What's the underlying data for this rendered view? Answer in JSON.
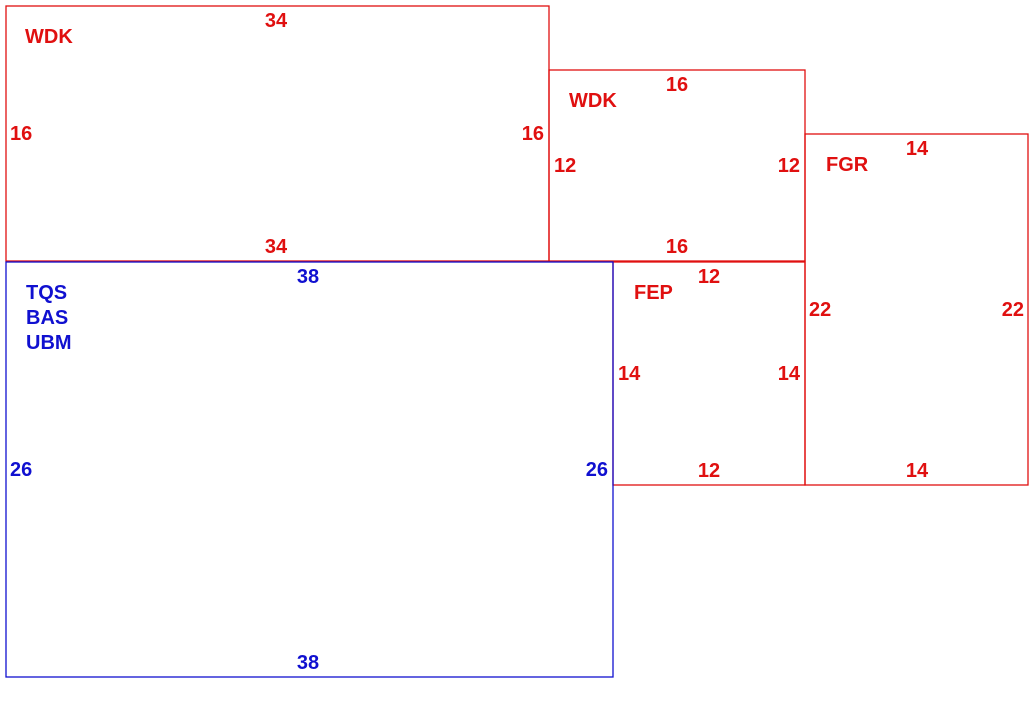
{
  "colors": {
    "red": "#e01010",
    "blue": "#1010d0"
  },
  "boxes": [
    {
      "id": "box-wdk-1",
      "color": "red",
      "names": [
        "WDK"
      ],
      "dims": {
        "top": "34",
        "bottom": "34",
        "left": "16",
        "right": "16"
      }
    },
    {
      "id": "box-wdk-2",
      "color": "red",
      "names": [
        "WDK"
      ],
      "dims": {
        "top": "16",
        "bottom": "16",
        "left": "12",
        "right": "12"
      }
    },
    {
      "id": "box-fgr",
      "color": "red",
      "names": [
        "FGR"
      ],
      "dims": {
        "top": "14",
        "bottom": "14",
        "left": "22",
        "right": "22"
      }
    },
    {
      "id": "box-fep",
      "color": "red",
      "names": [
        "FEP"
      ],
      "dims": {
        "top": "12",
        "bottom": "12",
        "left": "14",
        "right": "14"
      }
    },
    {
      "id": "box-tqs-bas-ubm",
      "color": "blue",
      "names": [
        "TQS",
        "BAS",
        "UBM"
      ],
      "dims": {
        "top": "38",
        "bottom": "38",
        "left": "26",
        "right": "26"
      }
    }
  ]
}
